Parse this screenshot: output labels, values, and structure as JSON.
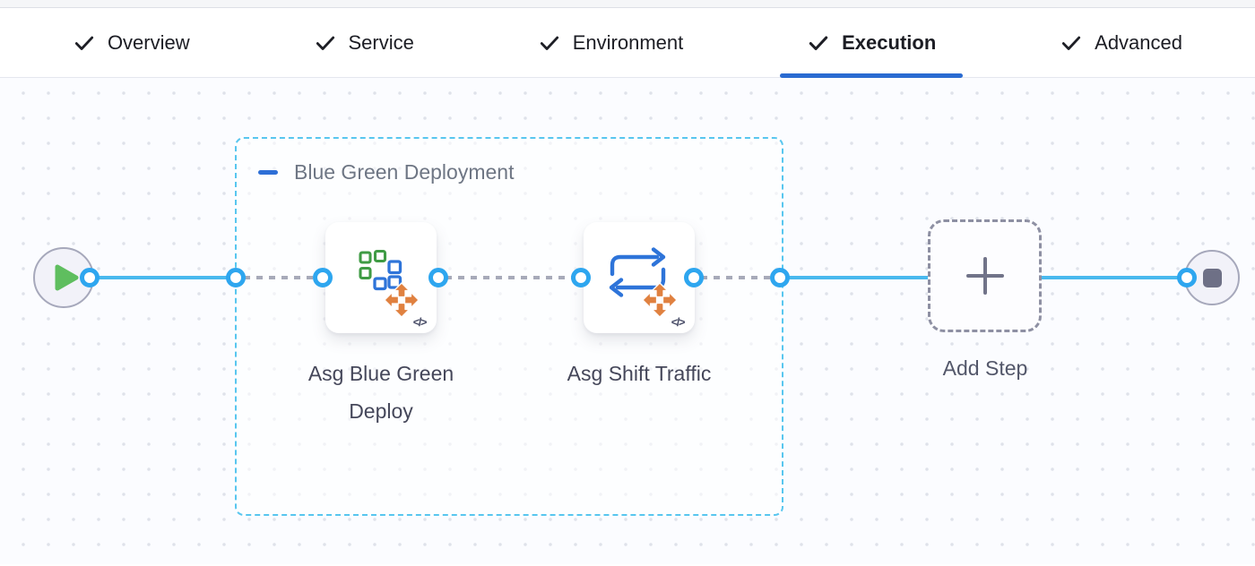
{
  "tab_bar": {
    "tabs": [
      {
        "label": "Overview",
        "checked": true,
        "active": false
      },
      {
        "label": "Service",
        "checked": true,
        "active": false
      },
      {
        "label": "Environment",
        "checked": true,
        "active": false
      },
      {
        "label": "Execution",
        "checked": true,
        "active": true
      },
      {
        "label": "Advanced",
        "checked": true,
        "active": false
      }
    ],
    "check_icon": "check-icon"
  },
  "canvas": {
    "start_node": {
      "icon": "play-icon"
    },
    "end_node": {
      "icon": "stop-icon"
    },
    "group": {
      "label": "Blue Green Deployment",
      "collapse_icon": "minus-icon"
    },
    "steps": [
      {
        "label": "Asg Blue Green Deploy",
        "icon": "asg-blue-green-deploy-icon",
        "code_badge": "</>"
      },
      {
        "label": "Asg Shift Traffic",
        "icon": "asg-shift-traffic-icon",
        "code_badge": "</>"
      }
    ],
    "add_step": {
      "label": "Add Step",
      "icon": "plus-icon"
    }
  },
  "colors": {
    "active_tab_underline": "#2a6bd1",
    "connector_blue": "#49b9ee",
    "port_ring_blue": "#2ea6ef",
    "dashed_connector_gray": "#a7aab9",
    "group_border_cyan": "#58c6ef",
    "collapse_minus_blue": "#2e6fd6",
    "play_green": "#5fbe5f",
    "icon_square_green": "#3f9b44",
    "icon_square_blue": "#2e74d9",
    "icon_move_orange": "#e08140",
    "end_square_gray": "#6e7086"
  }
}
